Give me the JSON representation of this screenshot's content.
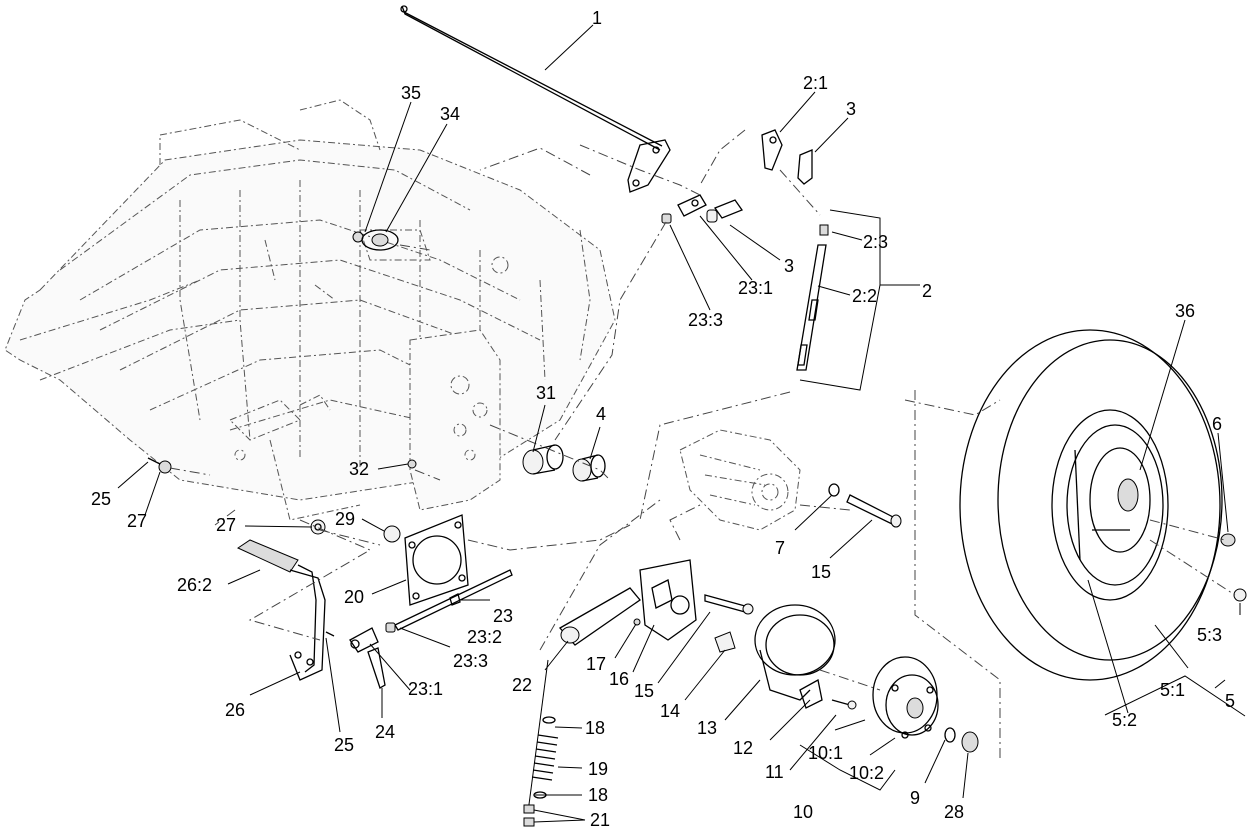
{
  "callouts": {
    "c1": "1",
    "c2_1": "2:1",
    "c3a": "3",
    "c35": "35",
    "c34": "34",
    "c2_3": "2:3",
    "c3b": "3",
    "c23_1a": "23:1",
    "c2": "2",
    "c2_2": "2:2",
    "c23_3a": "23:3",
    "c36": "36",
    "c31": "31",
    "c4": "4",
    "c6": "6",
    "c25a": "25",
    "c27a": "27",
    "c32": "32",
    "c27b": "27",
    "c29": "29",
    "c7": "7",
    "c15a": "15",
    "c26_2": "26:2",
    "c20": "20",
    "c23": "23",
    "c23_2": "23:2",
    "c5_3": "5:3",
    "c23_3b": "23:3",
    "c22": "22",
    "c17": "17",
    "c16": "16",
    "c15b": "15",
    "c5_2": "5:2",
    "c5_1": "5:1",
    "c23_1b": "23:1",
    "c14": "14",
    "c26": "26",
    "c25b": "25",
    "c24": "24",
    "c13": "13",
    "c5": "5",
    "c18a": "18",
    "c12": "12",
    "c10_1": "10:1",
    "c11": "11",
    "c10_2": "10:2",
    "c19": "19",
    "c9": "9",
    "c18b": "18",
    "c10": "10",
    "c28": "28",
    "c21": "21"
  }
}
